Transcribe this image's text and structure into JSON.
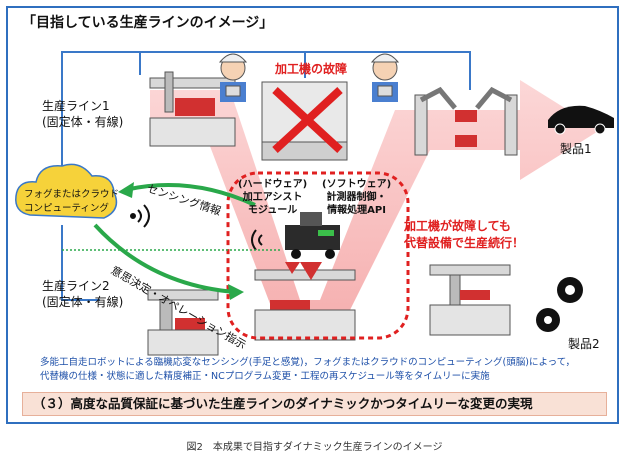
{
  "title": "「目指している生産ラインのイメージ」",
  "line1": {
    "name": "生産ライン1",
    "type": "(固定体・有線)"
  },
  "line2": {
    "name": "生産ライン2",
    "type": "(固定体・有線)"
  },
  "breakdown_label": "加工機の故障",
  "fog_cloud": {
    "line1": "フォグまたはクラウド",
    "line2": "コンピューティング"
  },
  "sensing_label": "センシング情報",
  "decision_label": "意思決定・オペレーション指示",
  "hardware": {
    "head": "(ハードウェア)",
    "l1": "加工アシスト",
    "l2": "モジュール"
  },
  "software": {
    "head": "(ソフトウェア)",
    "l1": "計測器制御・",
    "l2": "情報処理API"
  },
  "continue_msg": {
    "l1": "加工機が故障しても",
    "l2": "代替設備で生産続行！"
  },
  "product1": "製品1",
  "product2": "製品2",
  "desc_line1": "多能工自走ロボットによる臨機応変なセンシング(手足と感覚)，フォグまたはクラウドのコンピューティング(頭脳)によって，",
  "desc_line2": "代替機の仕様・状態に適した精度補正・NCプログラム変更・工程の再スケジュール等をタイムリーに実施",
  "bottom_banner": "（３）高度な品質保証に基づいた生産ラインのダイナミックかつタイムリーな変更の実現",
  "caption": "図2　本成果で目指すダイナミック生産ラインのイメージ",
  "colors": {
    "frame": "#2f6fbf",
    "accent_red": "#e02020",
    "arrow_green": "#2aa84a",
    "cloud_yellow": "#f6d23a",
    "banner": "#f9e1d6"
  }
}
